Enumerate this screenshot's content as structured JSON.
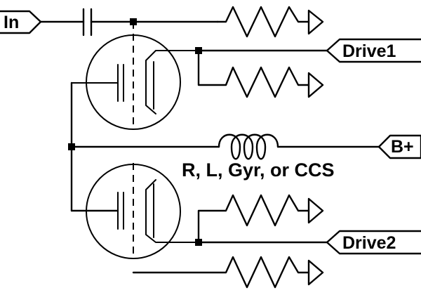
{
  "schematic": {
    "ports": {
      "input": "In",
      "drive1": "Drive1",
      "supply": "B+",
      "drive2": "Drive2"
    },
    "load_note": "R, L, Gyr, or CCS"
  }
}
